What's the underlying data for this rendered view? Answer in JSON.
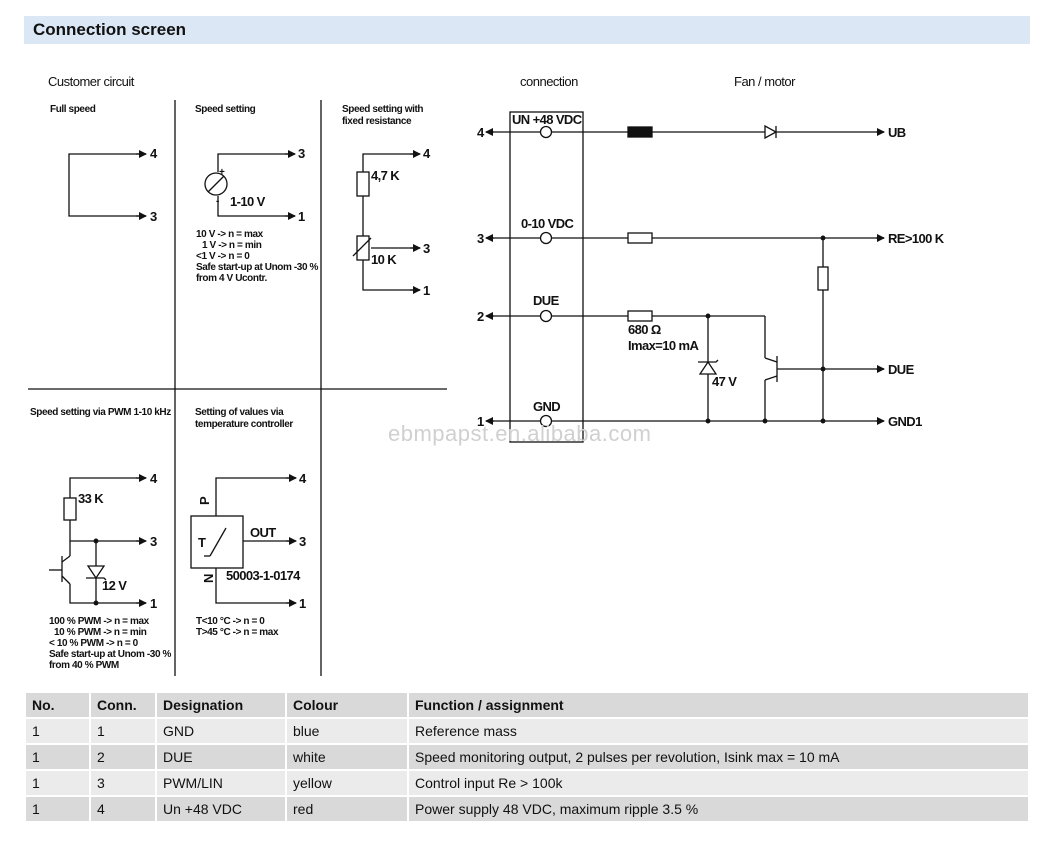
{
  "header": {
    "title": "Connection screen"
  },
  "diagram": {
    "customer_circuit": "Customer circuit",
    "connection": "connection",
    "fan_motor": "Fan / motor",
    "panels": {
      "full_speed": {
        "title": "Full speed"
      },
      "speed_setting": {
        "title": "Speed setting",
        "voltage": "1-10 V",
        "plus": "+",
        "minus": "-",
        "notes": [
          "10 V -> n = max",
          "1 V -> n = min",
          "<1 V -> n = 0",
          "Safe start-up at Unom -30 %",
          "from 4 V Ucontr."
        ]
      },
      "fixed_resistance": {
        "title_line1": "Speed setting with",
        "title_line2": "fixed resistance",
        "r1": "4,7 K",
        "r2": "10 K"
      },
      "pwm": {
        "title": "Speed setting via PWM 1-10 kHz",
        "resistor": "33 K",
        "zener": "12 V",
        "notes": [
          "100 % PWM -> n = max",
          "10 % PWM -> n = min",
          "< 10 % PWM -> n = 0",
          "Safe start-up at Unom -30 %",
          "from 40 % PWM"
        ]
      },
      "temperature": {
        "title_line1": "Setting of values via",
        "title_line2": "temperature controller",
        "p": "P",
        "n": "N",
        "t": "T",
        "out": "OUT",
        "part": "50003-1-0174",
        "notes": [
          "T<10 °C -> n = 0",
          "T>45 °C -> n = max"
        ]
      }
    },
    "terminals": {
      "t4": "4",
      "t3": "3",
      "t2": "2",
      "t1": "1"
    },
    "connector": {
      "un": "UN +48 VDC",
      "ctrl": "0-10 VDC",
      "due": "DUE",
      "gnd": "GND"
    },
    "fan": {
      "ub": "UB",
      "re": "RE>100 K",
      "due": "DUE",
      "gnd1": "GND1",
      "r680": "680 Ω",
      "imax": "Imax=10 mA",
      "zener": "47 V"
    },
    "watermark": "ebmpapst.en.alibaba.com"
  },
  "table": {
    "headers": [
      "No.",
      "Conn.",
      "Designation",
      "Colour",
      "Function / assignment"
    ],
    "rows": [
      [
        "1",
        "1",
        "GND",
        "blue",
        "Reference mass"
      ],
      [
        "1",
        "2",
        "DUE",
        "white",
        "Speed monitoring output, 2 pulses per revolution, Isink max = 10 mA"
      ],
      [
        "1",
        "3",
        "PWM/LIN",
        "yellow",
        "Control input Re > 100k"
      ],
      [
        "1",
        "4",
        "Un +48 VDC",
        "red",
        "Power supply 48 VDC, maximum ripple 3.5 %"
      ]
    ]
  }
}
